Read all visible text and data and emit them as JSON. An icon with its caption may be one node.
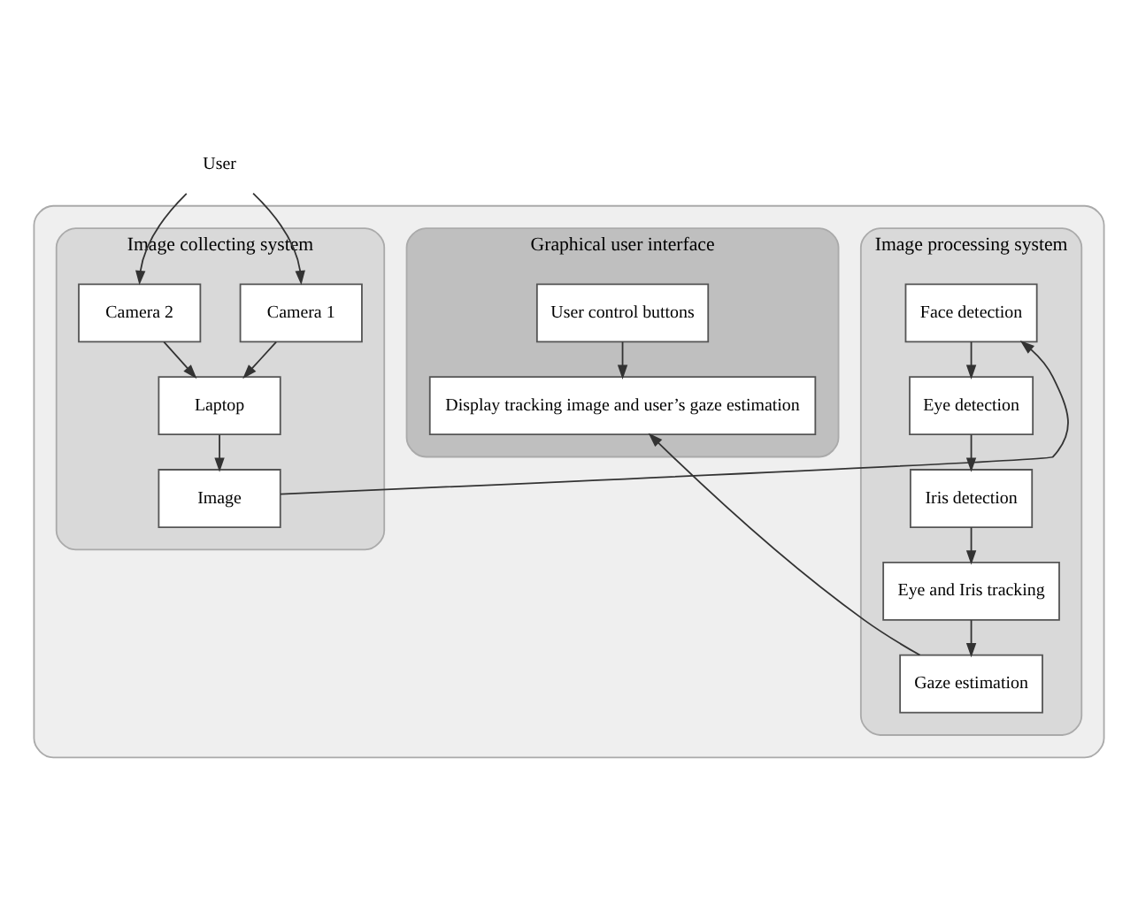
{
  "diagram": {
    "nodes": [
      {
        "text": [
          "User"
        ]
      },
      {
        "text": [],
        "shape": "box"
      },
      {
        "text": [
          "Image collecting system"
        ],
        "in": 1
      },
      {
        "text": [
          "Camera 1"
        ],
        "in": 2
      },
      {
        "text": [
          "Camera 2"
        ],
        "in": 2
      },
      {
        "text": [
          "Laptop"
        ],
        "in": 2
      },
      {
        "text": [
          "Image"
        ],
        "in": 2
      },
      {
        "text": [
          "Image processing system"
        ],
        "in": 1
      },
      {
        "text": [
          "Face detection"
        ],
        "in": 7
      },
      {
        "text": [
          "Eye detection"
        ],
        "in": 7
      },
      {
        "text": [
          "Iris detection"
        ],
        "in": 7
      },
      {
        "text": [
          "Eye and Iris tracking"
        ],
        "in": 7
      },
      {
        "text": [
          "Gaze estimation"
        ],
        "in": 7
      },
      {
        "text": [
          "Graphical user interface"
        ],
        "in": 1
      },
      {
        "text": [
          "User control buttons"
        ],
        "in": 13
      },
      {
        "text": [
          "Display tracking image and user’s gaze estimation"
        ],
        "in": 13
      }
    ],
    "edges": [
      {
        "from": 0,
        "to": 3,
        "arrow": "to"
      },
      {
        "from": 0,
        "to": 4,
        "arrow": "to"
      },
      {
        "from": 3,
        "to": 5,
        "arrow": "to"
      },
      {
        "from": 4,
        "to": 5,
        "arrow": "to"
      },
      {
        "from": 5,
        "to": 6,
        "arrow": "to"
      },
      {
        "from": 6,
        "to": 8,
        "arrow": "to"
      },
      {
        "from": 8,
        "to": 9,
        "arrow": "to"
      },
      {
        "from": 9,
        "to": 10,
        "arrow": "to"
      },
      {
        "from": 10,
        "to": 11,
        "arrow": "to"
      },
      {
        "from": 11,
        "to": 12,
        "arrow": "to"
      },
      {
        "from": 12,
        "to": 15,
        "arrow": "to"
      },
      {
        "from": 14,
        "to": 15,
        "arrow": "to"
      }
    ]
  }
}
